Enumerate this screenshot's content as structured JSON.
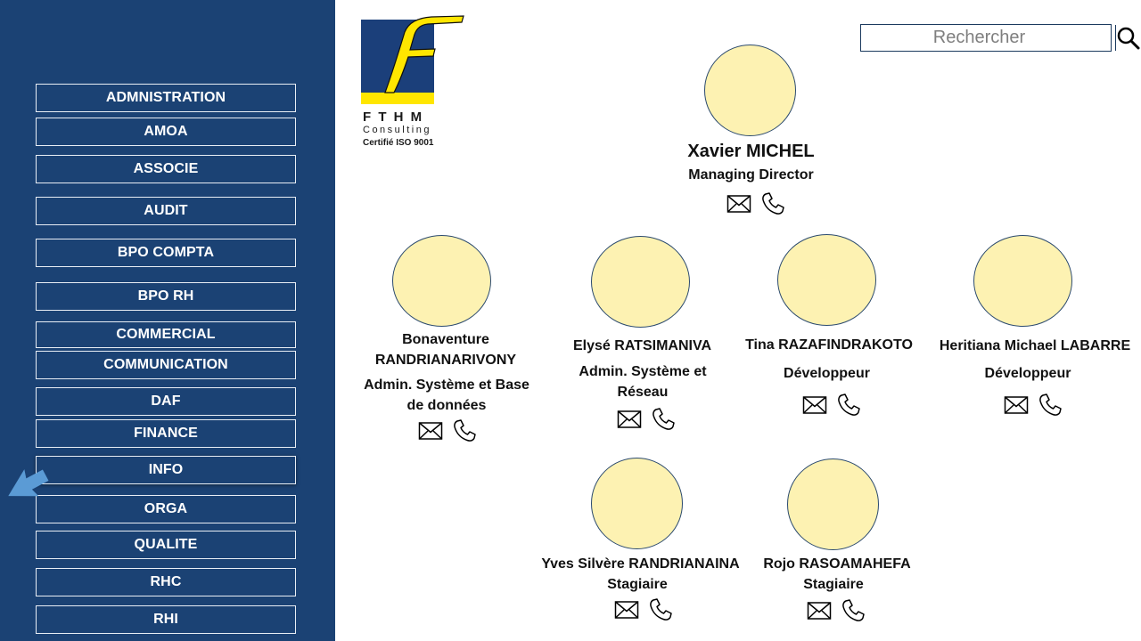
{
  "sidebar": {
    "departments": [
      "ADMNISTRATION",
      "AMOA",
      "ASSOCIE",
      "AUDIT",
      "BPO COMPTA",
      "BPO RH",
      "COMMERCIAL",
      "COMMUNICATION",
      "DAF",
      "FINANCE",
      "INFO",
      "ORGA",
      "QUALITE",
      "RHC",
      "RHI"
    ],
    "active": "INFO"
  },
  "logo": {
    "letter": "F",
    "name": "F T H M",
    "subtitle": "Consulting",
    "cert": "Certifié ISO 9001"
  },
  "search": {
    "placeholder": "Rechercher"
  },
  "colors": {
    "sidebar": "#1b4274",
    "avatar_fill": "#fdf2b2",
    "logo_blue": "#1b3f7a",
    "logo_yellow": "#ffe600"
  },
  "people": [
    {
      "name": "Xavier MICHEL",
      "role": "Managing Director"
    },
    {
      "name": "Bonaventure RANDRIANARIVONY",
      "role": "Admin. Système et Base de données"
    },
    {
      "name": "Elysé RATSIMANIVA",
      "role": "Admin. Système et Réseau"
    },
    {
      "name": "Tina RAZAFINDRAKOTO",
      "role": "Développeur"
    },
    {
      "name": "Heritiana Michael LABARRE",
      "role": "Développeur"
    },
    {
      "name": "Yves Silvère RANDRIANAINA",
      "role": "Stagiaire"
    },
    {
      "name": "Rojo RASOAMAHEFA",
      "role": "Stagiaire"
    }
  ],
  "icons": {
    "email": "envelope-icon",
    "phone": "phone-icon"
  }
}
